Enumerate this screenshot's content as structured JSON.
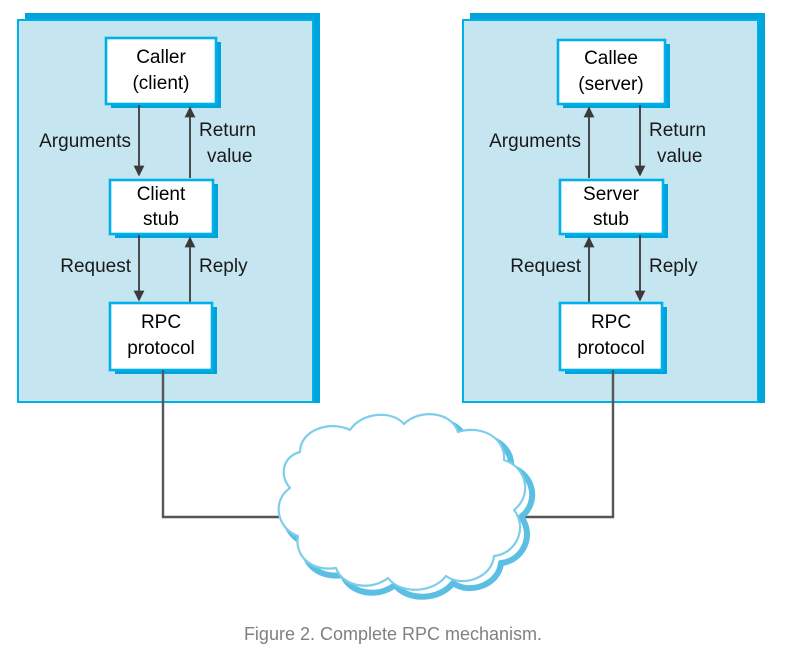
{
  "figure": {
    "caption": "Figure 2. Complete RPC mechanism.",
    "colors": {
      "panel_fill": "#c5e5f0",
      "panel_border": "#00b0e8",
      "panel_shadow": "#00a4dd",
      "node_fill": "#ffffff",
      "node_border": "#00b0e8",
      "arrow": "#3a3a3a",
      "link_line": "#565656",
      "cloud_stroke": "#7ecdea",
      "cloud_shadow": "#5bbfe4",
      "caption": "#808080",
      "background": "#ffffff"
    }
  },
  "panels": [
    {
      "id": "client-panel",
      "name": "client-side",
      "nodes": [
        {
          "id": "caller",
          "line1": "Caller",
          "line2": "(client)"
        },
        {
          "id": "client-stub",
          "line1": "Client",
          "line2": "stub"
        },
        {
          "id": "client-rpc",
          "line1": "RPC",
          "line2": "protocol"
        }
      ],
      "flows": [
        {
          "id": "arguments",
          "label": "Arguments",
          "direction": "down",
          "from": "caller",
          "to": "client-stub"
        },
        {
          "id": "return-value",
          "label_line1": "Return",
          "label_line2": "value",
          "direction": "up",
          "from": "client-stub",
          "to": "caller"
        },
        {
          "id": "request",
          "label": "Request",
          "direction": "down",
          "from": "client-stub",
          "to": "client-rpc"
        },
        {
          "id": "reply",
          "label": "Reply",
          "direction": "up",
          "from": "client-rpc",
          "to": "client-stub"
        }
      ]
    },
    {
      "id": "server-panel",
      "name": "server-side",
      "nodes": [
        {
          "id": "callee",
          "line1": "Callee",
          "line2": "(server)"
        },
        {
          "id": "server-stub",
          "line1": "Server",
          "line2": "stub"
        },
        {
          "id": "server-rpc",
          "line1": "RPC",
          "line2": "protocol"
        }
      ],
      "flows": [
        {
          "id": "arguments",
          "label": "Arguments",
          "direction": "up",
          "from": "server-stub",
          "to": "callee"
        },
        {
          "id": "return-value",
          "label_line1": "Return",
          "label_line2": "value",
          "direction": "down",
          "from": "callee",
          "to": "server-stub"
        },
        {
          "id": "request",
          "label": "Request",
          "direction": "up",
          "from": "server-rpc",
          "to": "server-stub"
        },
        {
          "id": "reply",
          "label": "Reply",
          "direction": "down",
          "from": "server-stub",
          "to": "server-rpc"
        }
      ]
    }
  ],
  "network": {
    "id": "network-cloud",
    "label": ""
  }
}
